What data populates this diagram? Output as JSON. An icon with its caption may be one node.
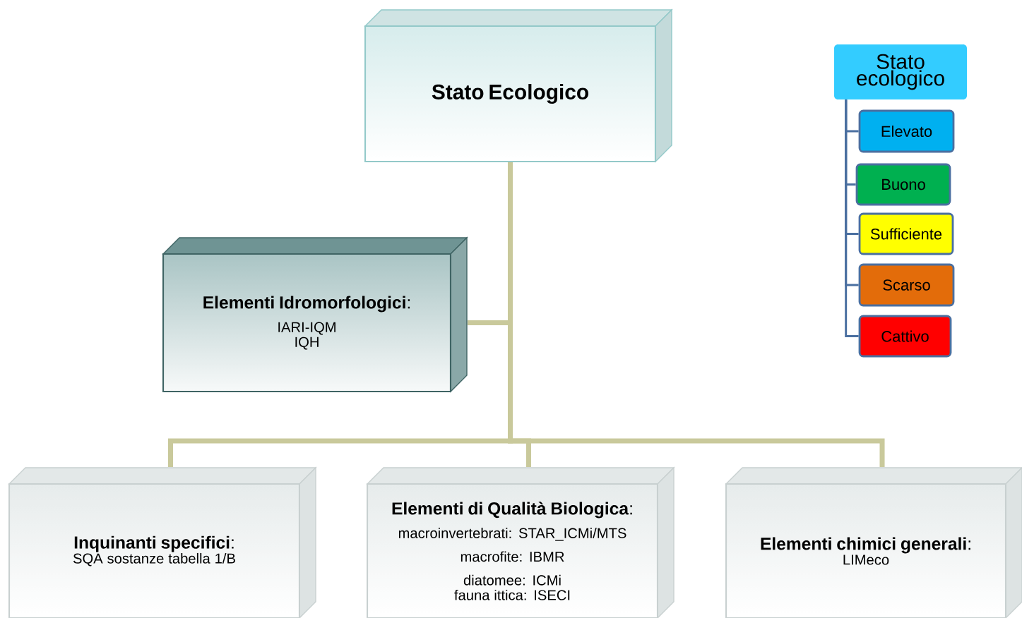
{
  "diagram": {
    "nodes": [
      {
        "text": [
          "Stato Ecologico"
        ]
      },
      {
        "text": [
          "**Elementi Idromorfologici**:",
          "IARI-IQM",
          "IQH"
        ]
      },
      {
        "text": [
          "**Inquinanti specifici**:",
          "SQA sostanze tabella 1/B"
        ]
      },
      {
        "text": [
          "**Elementi di Qualità Biologica**:",
          "macroinvertebrati: STAR_ICMi/MTS",
          "macrofite: IBMR",
          "diatomee: ICMi",
          "fauna ittica: ISECI"
        ]
      },
      {
        "text": [
          "**Elementi chimici generali**:",
          "LIMeco"
        ]
      },
      {
        "text": [
          "Stato ecologico"
        ]
      },
      {
        "text": [
          "Elevato"
        ]
      },
      {
        "text": [
          "Buono"
        ]
      },
      {
        "text": [
          "Sufficiente"
        ]
      },
      {
        "text": [
          "Scarso"
        ]
      },
      {
        "text": [
          "Cattivo"
        ]
      }
    ],
    "edges": [
      {
        "from": 0,
        "to": 1,
        "arrow": "none",
        "style": "thick",
        "color": "#c9c99b"
      },
      {
        "from": 0,
        "to": 2,
        "arrow": "none",
        "style": "thick",
        "color": "#c9c99b"
      },
      {
        "from": 0,
        "to": 3,
        "arrow": "none",
        "style": "thick",
        "color": "#c9c99b"
      },
      {
        "from": 0,
        "to": 4,
        "arrow": "none",
        "style": "thick",
        "color": "#c9c99b"
      },
      {
        "from": 5,
        "to": 6,
        "arrow": "none"
      },
      {
        "from": 5,
        "to": 7,
        "arrow": "none"
      },
      {
        "from": 5,
        "to": 8,
        "arrow": "none"
      },
      {
        "from": 5,
        "to": 9,
        "arrow": "none"
      },
      {
        "from": 5,
        "to": 10,
        "arrow": "none"
      }
    ]
  }
}
